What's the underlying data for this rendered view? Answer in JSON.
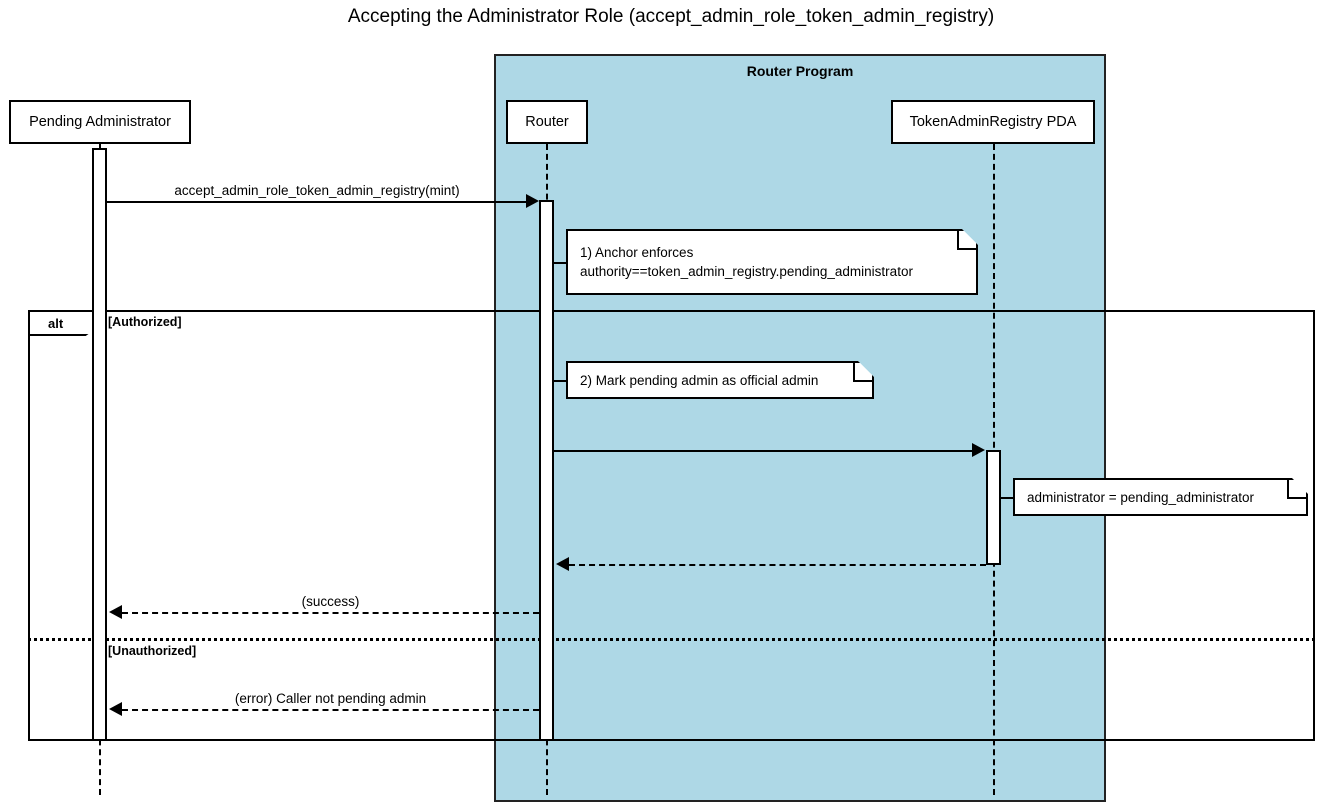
{
  "title": "Accepting the Administrator Role (accept_admin_role_token_admin_registry)",
  "group": {
    "label": "Router Program"
  },
  "participants": [
    {
      "id": "pending-administrator",
      "label": "Pending Administrator"
    },
    {
      "id": "router",
      "label": "Router"
    },
    {
      "id": "token-admin-registry-pda",
      "label": "TokenAdminRegistry PDA"
    }
  ],
  "messages": [
    {
      "id": "call-accept-admin-role",
      "label": "accept_admin_role_token_admin_registry(mint)",
      "kind": "solid",
      "direction": "right"
    },
    {
      "id": "update-registry",
      "label": "",
      "kind": "solid",
      "direction": "right"
    },
    {
      "id": "registry-return",
      "label": "",
      "kind": "dashed",
      "direction": "left"
    },
    {
      "id": "success-return",
      "label": "(success)",
      "kind": "dashed",
      "direction": "left"
    },
    {
      "id": "error-return",
      "label": "(error) Caller not pending admin",
      "kind": "dashed",
      "direction": "left"
    }
  ],
  "notes": [
    {
      "id": "note-anchor-enforces",
      "lines": [
        "1) Anchor enforces",
        "authority==token_admin_registry.pending_administrator"
      ]
    },
    {
      "id": "note-mark-pending-admin",
      "lines": [
        "2) Mark pending admin as official admin"
      ]
    },
    {
      "id": "note-administrator-assignment",
      "lines": [
        "administrator = pending_administrator"
      ]
    }
  ],
  "fragment": {
    "operator": "alt",
    "guards": [
      "[Authorized]",
      "[Unauthorized]"
    ]
  },
  "colors": {
    "group_fill": "#aed8e6",
    "line": "#000000",
    "note_fill": "#ffffff",
    "background": "#ffffff"
  }
}
